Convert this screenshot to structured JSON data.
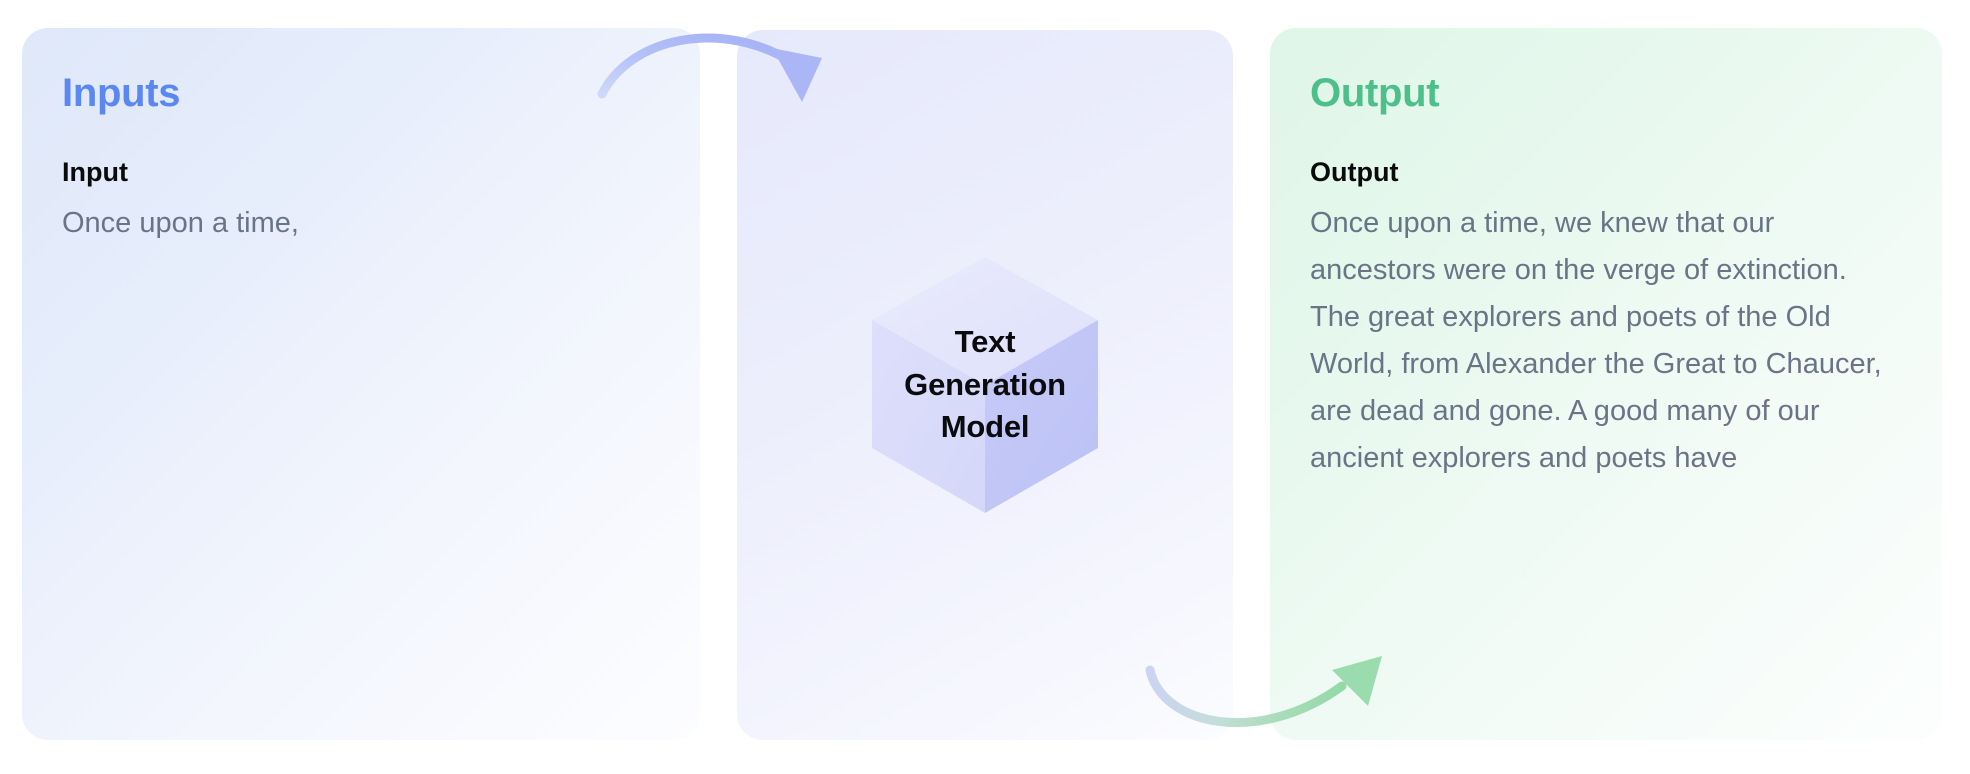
{
  "panels": {
    "inputs": {
      "title": "Inputs",
      "title_color": "#5b87f0",
      "field_label": "Input",
      "field_text": "Once upon a time,"
    },
    "model": {
      "cube_label": "Text\nGeneration\nModel",
      "cube_top_color": "#e3e5fb",
      "cube_left_color": "#dcdcfa",
      "cube_right_color": "#c3c7f7"
    },
    "output": {
      "title": "Output",
      "title_color": "#4cbf8b",
      "field_label": "Output",
      "field_text": "Once upon a time, we knew that our ancestors were on the verge of extinction. The great explorers and poets of the Old World, from Alexander the Great to Chaucer, are dead and gone. A good many of our ancient explorers and poets have"
    }
  },
  "arrows": {
    "input_to_model": {
      "name": "input-to-model-arrow",
      "color": "#aab6f5"
    },
    "model_to_output": {
      "name": "model-to-output-arrow",
      "color": "#9bdcae"
    }
  }
}
